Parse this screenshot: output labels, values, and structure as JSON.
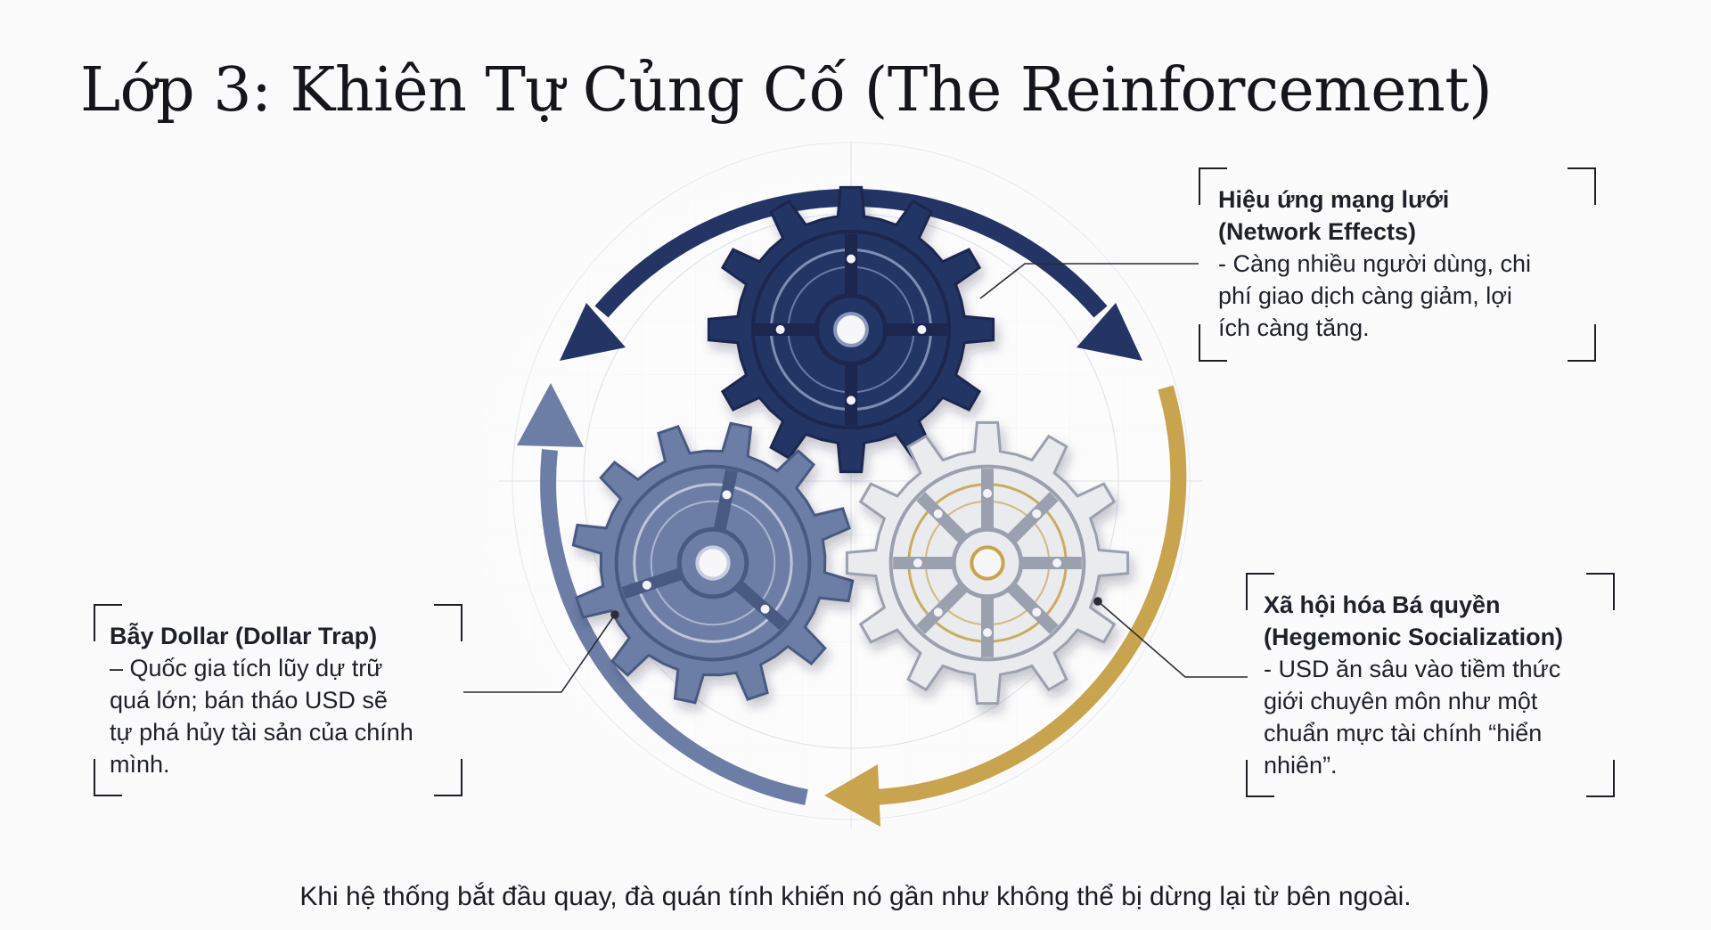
{
  "title": "Lớp 3: Khiên Tự Củng Cố (The Reinforcement)",
  "callouts": {
    "network": {
      "heading_line1": "Hiệu ứng mạng lưới",
      "heading_line2": "(Network Effects)",
      "body_lines": [
        "- Càng nhiều người dùng, chi",
        "phí giao dịch càng giảm, lợi",
        "ích càng tăng."
      ]
    },
    "dollar_trap": {
      "heading_line1": "Bẫy Dollar (Dollar Trap)",
      "body_lines": [
        "– Quốc gia tích lũy dự trữ",
        "quá lớn; bán tháo USD sẽ",
        "tự phá hủy tài sản của chính",
        "mình."
      ]
    },
    "hegemonic": {
      "heading_line1": "Xã hội hóa Bá quyền",
      "heading_line2": "(Hegemonic Socialization)",
      "body_lines": [
        "- USD ăn sâu vào tiềm thức",
        "giới chuyên môn như một",
        "chuẩn mực tài chính “hiển",
        "nhiên”."
      ]
    }
  },
  "caption": "Khi hệ thống bắt đầu quay, đà quán tính khiến nó gần như không thể bị dừng lại từ bên ngoài.",
  "colors": {
    "navy": "#243565",
    "steel": "#6d7ea6",
    "gold": "#c9a44e",
    "silver": "#e9ebef",
    "text": "#1e2128"
  },
  "icons": [
    "gear-icon",
    "cycle-arrow-icon"
  ]
}
